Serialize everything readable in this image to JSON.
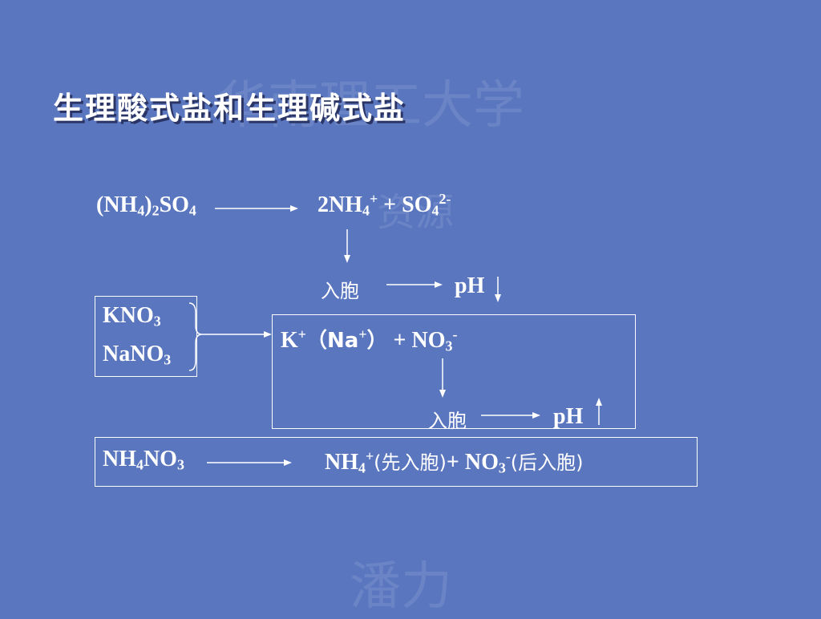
{
  "slide": {
    "title": "生理酸式盐和生理碱式盐",
    "watermark": {
      "top": "华南理工大学",
      "middle": "资源",
      "bottom": "潘力"
    },
    "colors": {
      "background": "#5a76bf",
      "foreground": "#ffffff"
    },
    "eq1": {
      "reactant": {
        "p1": "(NH",
        "s1": "4",
        "p2": ")",
        "s2": "2",
        "p3": "SO",
        "s3": "4"
      },
      "product": {
        "p1": "2NH",
        "s1": "4",
        "sup1": "+",
        "p2": " + SO",
        "s2": "4",
        "sup2": "2-"
      },
      "uptake_label": "入胞",
      "ph_label": "pH"
    },
    "salts": {
      "kno3": {
        "p": "KNO",
        "s": "3"
      },
      "nano3": {
        "p": "NaNO",
        "s": "3"
      }
    },
    "eq2": {
      "k": "K",
      "k_sup": "+",
      "na_open": "（Na",
      "na_sup": "+",
      "na_close": "）",
      "no3": " + NO",
      "no3_sub": "3",
      "no3_sup": "-",
      "uptake_label": "入胞",
      "ph_label": "pH"
    },
    "eq3": {
      "reactant": {
        "p1": "NH",
        "s1": "4",
        "p2": "NO",
        "s2": "3"
      },
      "product": {
        "p1": "NH",
        "s1": "4",
        "sup1": "+",
        "first_note": "(先入胞)",
        "p2": "+ NO",
        "s2": "3",
        "sup2": "-",
        "second_note": "(后入胞)"
      }
    }
  }
}
